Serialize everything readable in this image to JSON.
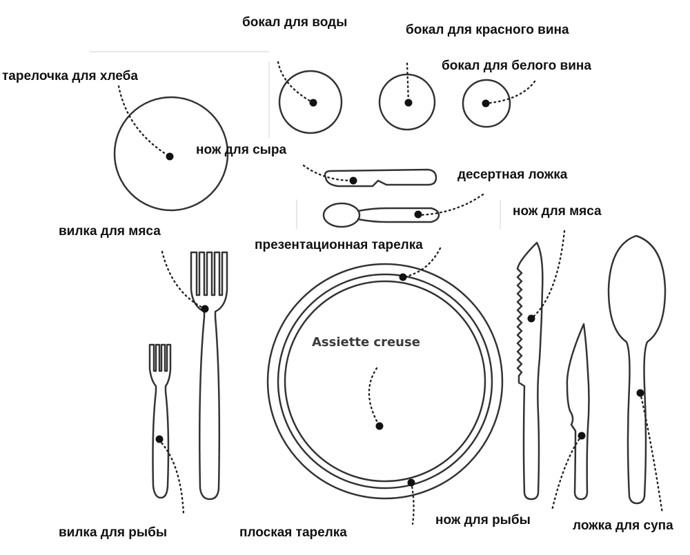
{
  "labels": {
    "water_glass": "бокал для воды",
    "red_wine_glass": "бокал для красного вина",
    "white_wine_glass": "бокал для белого вина",
    "bread_plate": "тарелочка для хлеба",
    "cheese_knife": "нож для сыра",
    "dessert_spoon": "десертная ложка",
    "meat_fork": "вилка для мяса",
    "meat_knife": "нож для мяса",
    "charger_plate": "презентационная тарелка",
    "soup_plate": "Assiette creuse",
    "fish_fork": "вилка для рыбы",
    "dinner_plate": "плоская тарелка",
    "fish_knife": "нож для рыбы",
    "soup_spoon": "ложка для супа"
  },
  "colors": {
    "stroke": "#333333",
    "dot": "#111111",
    "text": "#111111"
  }
}
